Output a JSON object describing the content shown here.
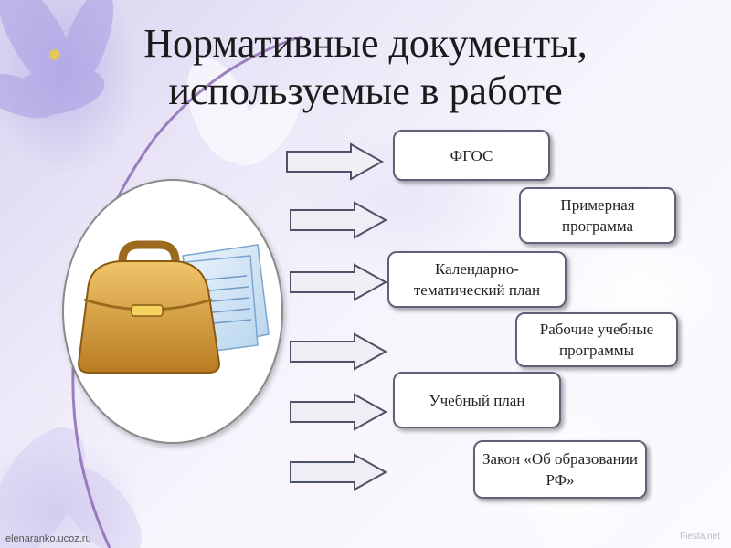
{
  "slide": {
    "title_line1": "Нормативные документы,",
    "title_line2": "используемые в работе"
  },
  "documents": [
    "ФГОС",
    "Примерная программа",
    "Календарно-тематический план",
    "Рабочие учебные программы",
    "Учебный план",
    "Закон «Об образовании РФ»"
  ],
  "footer": {
    "source": "elenaranko.ucoz.ru",
    "watermark": "Fiesta.net"
  },
  "icons": [
    "flower-background-icon",
    "briefcase-icon",
    "document-sheets-icon",
    "arrow-right-icon"
  ],
  "colors": {
    "box_border": "#5e6278",
    "arrow_fill": "#eeeef4",
    "arrow_stroke": "#4e5266",
    "bag": "#d9a441"
  }
}
